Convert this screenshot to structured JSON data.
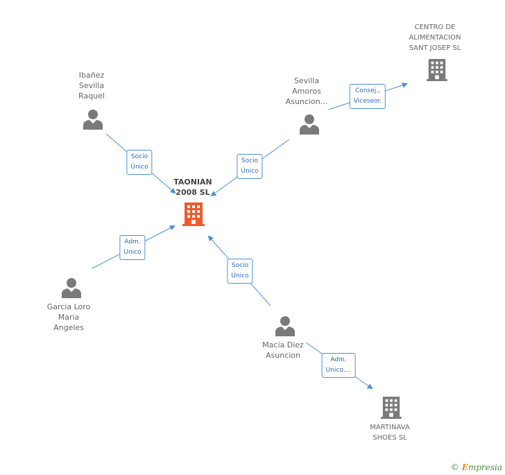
{
  "nodes": {
    "center": {
      "line1": "TAONIAN",
      "line2": "2008 SL"
    },
    "ibanez": {
      "line1": "Ibañez",
      "line2": "Sevilla",
      "line3": "Raquel"
    },
    "sevilla_amoros": {
      "line1": "Sevilla",
      "line2": "Amoros",
      "line3": "Asuncion..."
    },
    "centro": {
      "line1": "CENTRO DE",
      "line2": "ALIMENTACION",
      "line3": "SANT JOSEP SL"
    },
    "garcia": {
      "line1": "Garcia Loro",
      "line2": "Maria",
      "line3": "Angeles"
    },
    "macia": {
      "line1": "Macia Diez",
      "line2": "Asuncion"
    },
    "martinava": {
      "line1": "MARTINAVA",
      "line2": "SHOES  SL"
    }
  },
  "edges": {
    "ibanez_center": {
      "line1": "Socio",
      "line2": "Único"
    },
    "sevilla_center": {
      "line1": "Socio",
      "line2": "Único"
    },
    "sevilla_centro": {
      "line1": "Consej.,",
      "line2": "Viceseor."
    },
    "garcia_center": {
      "line1": "Adm.",
      "line2": "Unico"
    },
    "macia_center": {
      "line1": "Socio",
      "line2": "Único"
    },
    "macia_martinava": {
      "line1": "Adm.",
      "line2": "Unico,..."
    }
  },
  "colors": {
    "edge": "#4a90d9",
    "person": "#7a7a7a",
    "company": "#7a7a7a",
    "focus_company": "#ee5a2c"
  },
  "icons": {
    "person": "person-icon",
    "company": "building-icon"
  },
  "watermark": {
    "symbol": "©",
    "brand_first": "E",
    "brand_rest": "mpresia"
  }
}
